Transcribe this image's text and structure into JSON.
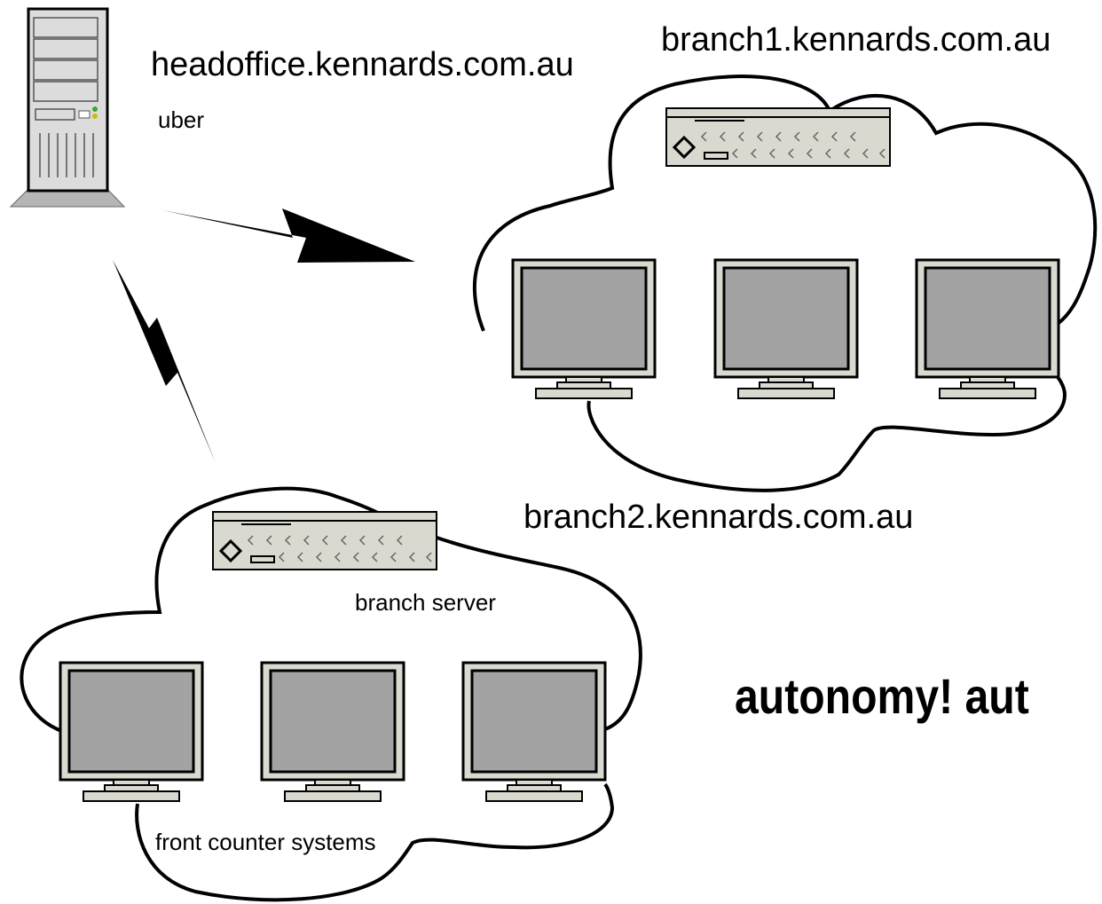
{
  "labels": {
    "headoffice": "headoffice.kennards.com.au",
    "headoffice_server": "uber",
    "branch1": "branch1.kennards.com.au",
    "branch2": "branch2.kennards.com.au",
    "branch_server": "branch server",
    "front_counter": "front counter systems",
    "slogan": "autonomy! aut"
  },
  "icons": {
    "tower_server": "tower-server-icon",
    "rack_server": "rack-server-icon",
    "monitor": "monitor-icon",
    "wan_link": "lightning-bolt-icon",
    "network": "cloud-icon"
  },
  "colors": {
    "line": "#000000",
    "device_body": "#d9d9d0",
    "screen": "#a3a3a3",
    "tower_body": "#dcdcdc"
  }
}
